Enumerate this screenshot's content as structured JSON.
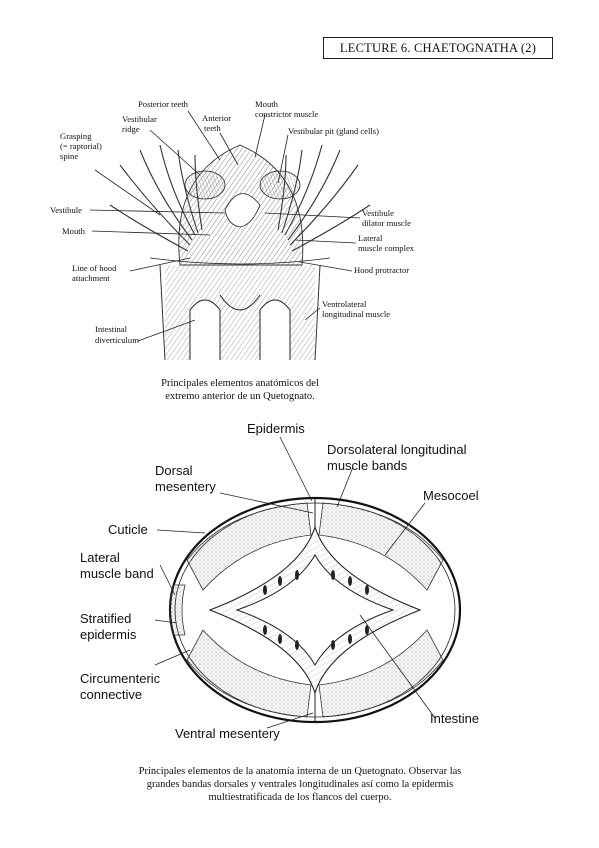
{
  "header": {
    "title": "LECTURE 6. CHAETOGNATHA (2)"
  },
  "figure1": {
    "labels": {
      "posterior_teeth": "Posterior teeth",
      "vestibular_ridge_1": "Vestibular",
      "vestibular_ridge_2": "ridge",
      "anterior_teeth_1": "Anterior",
      "anterior_teeth_2": "teeth",
      "mouth_constrictor_1": "Mouth",
      "mouth_constrictor_2": "constrictor muscle",
      "vestibular_pit": "Vestibular pit (gland cells)",
      "grasping_1": "Grasping",
      "grasping_2": "(= raptorial)",
      "grasping_3": "spine",
      "vestibule": "Vestibule",
      "vestibule_dilator_1": "Vestibule",
      "vestibule_dilator_2": "dilator muscle",
      "mouth": "Mouth",
      "lateral_muscle_1": "Lateral",
      "lateral_muscle_2": "muscle complex",
      "hood_line_1": "Line of hood",
      "hood_line_2": "attachment",
      "hood_protractor": "Hood protractor",
      "ventrolateral_1": "Ventrolateral",
      "ventrolateral_2": "longitudinal muscle",
      "intestinal_1": "Intestinal",
      "intestinal_2": "diverticulum"
    },
    "caption_line1": "Principales elementos anatómicos del",
    "caption_line2": "extremo anterior de un Quetognato."
  },
  "figure2": {
    "labels": {
      "epidermis": "Epidermis",
      "dorsolateral_1": "Dorsolateral longitudinal",
      "dorsolateral_2": "muscle bands",
      "dorsal_1": "Dorsal",
      "dorsal_2": "mesentery",
      "mesocoel": "Mesocoel",
      "cuticle": "Cuticle",
      "lateral_band_1": "Lateral",
      "lateral_band_2": "muscle band",
      "stratified_1": "Stratified",
      "stratified_2": "epidermis",
      "circumenteric_1": "Circumenteric",
      "circumenteric_2": "connective",
      "intestine": "Intestine",
      "ventral_mesentery": "Ventral mesentery"
    },
    "caption_line1": "Principales elementos de la anatomía interna de un Quetognato. Observar las",
    "caption_line2": "grandes bandas dorsales y ventrales longitudinales así como la epidermis",
    "caption_line3": "multiestratificada de los flancos del cuerpo."
  }
}
